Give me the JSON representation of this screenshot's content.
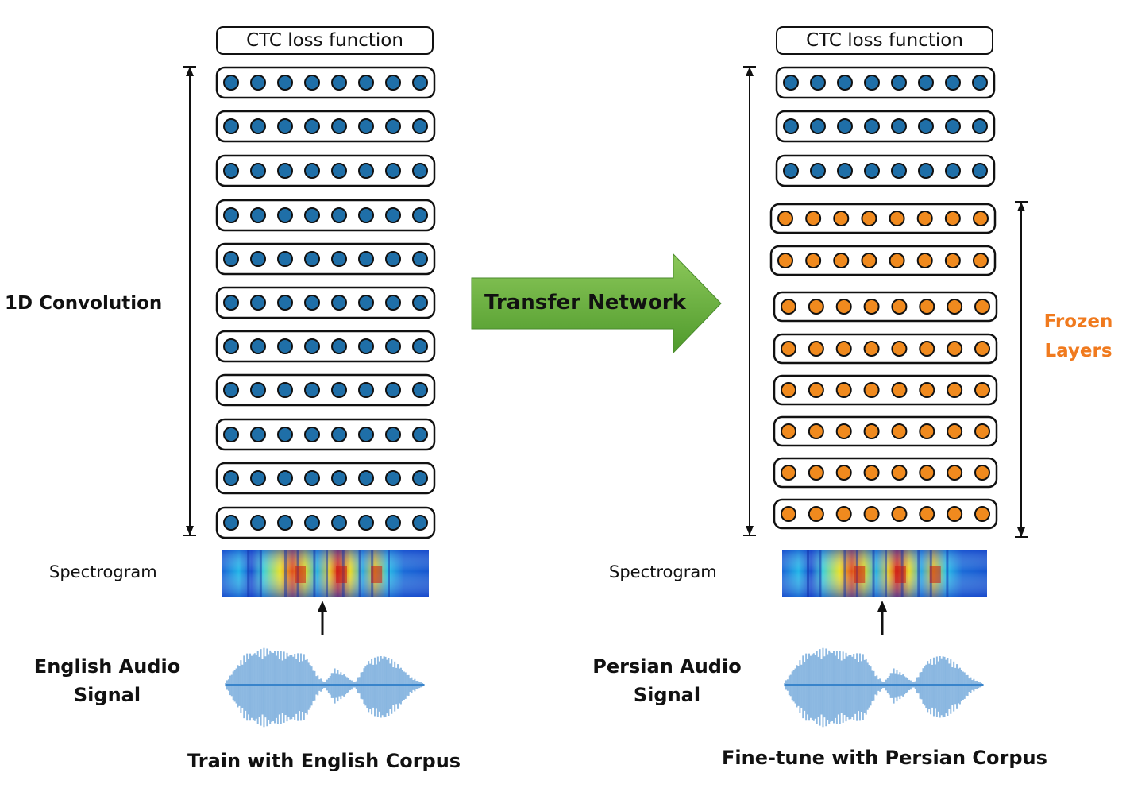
{
  "left_panel": {
    "output_label": "CTC loss function",
    "conv_label": "1D Convolution",
    "spectrogram_label": "Spectrogram",
    "signal_label_line1": "English Audio",
    "signal_label_line2": "Signal",
    "caption": "Train with English Corpus",
    "layer_count": 11,
    "neurons_per_layer": 8
  },
  "center": {
    "arrow_label": "Transfer Network"
  },
  "right_panel": {
    "output_label": "CTC loss function",
    "frozen_label_line1": "Frozen",
    "frozen_label_line2": "Layers",
    "spectrogram_label": "Spectrogram",
    "signal_label_line1": "Persian Audio",
    "signal_label_line2": "Signal",
    "caption": "Fine-tune with Persian Corpus",
    "trainable_layer_count": 3,
    "frozen_layer_count": 8,
    "neurons_per_layer": 8
  },
  "colors": {
    "trainable_neuron": "#1f6fa8",
    "frozen_neuron": "#f08a1e",
    "arrow_fill": "#6fb13f",
    "frozen_text": "#f07a1e"
  }
}
